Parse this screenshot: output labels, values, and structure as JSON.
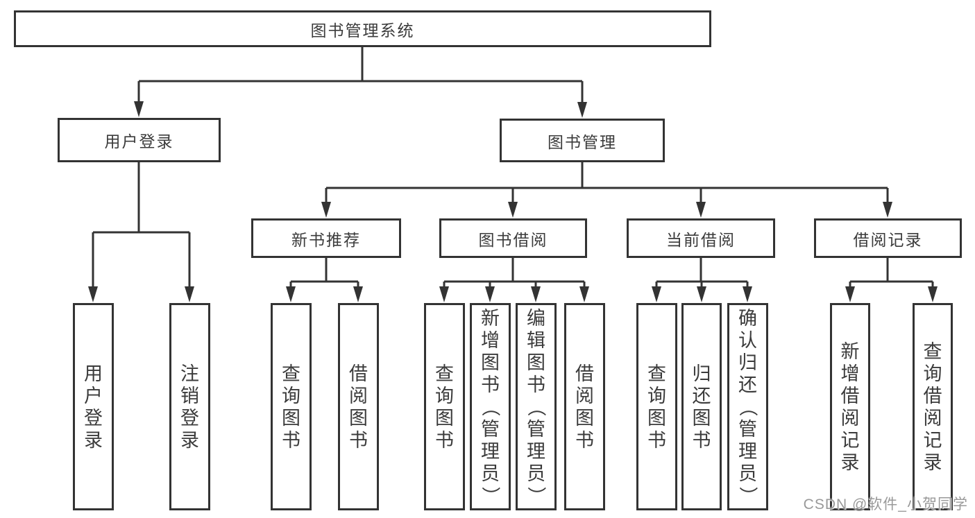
{
  "diagram": {
    "root": {
      "label": "图书管理系统"
    },
    "level2": [
      {
        "label": "用户登录"
      },
      {
        "label": "图书管理"
      }
    ],
    "level3": [
      {
        "label": "新书推荐"
      },
      {
        "label": "图书借阅"
      },
      {
        "label": "当前借阅"
      },
      {
        "label": "借阅记录"
      }
    ],
    "leaves": {
      "user_login": [
        "用户登录",
        "注销登录"
      ],
      "new_books": [
        "查询图书",
        "借阅图书"
      ],
      "book_borrow": [
        "查询图书",
        "新增图书（管理员）",
        "编辑图书（管理员）",
        "借阅图书"
      ],
      "current_borrow": [
        "查询图书",
        "归还图书",
        "确认归还（管理员）"
      ],
      "borrow_records": [
        "新增借阅记录",
        "查询借阅记录"
      ]
    }
  },
  "watermark": {
    "text": "CSDN @软件_小贺同学"
  },
  "colors": {
    "line": "#333333",
    "text": "#3b3b3b",
    "watermark": "#828282",
    "background": "#ffffff"
  }
}
